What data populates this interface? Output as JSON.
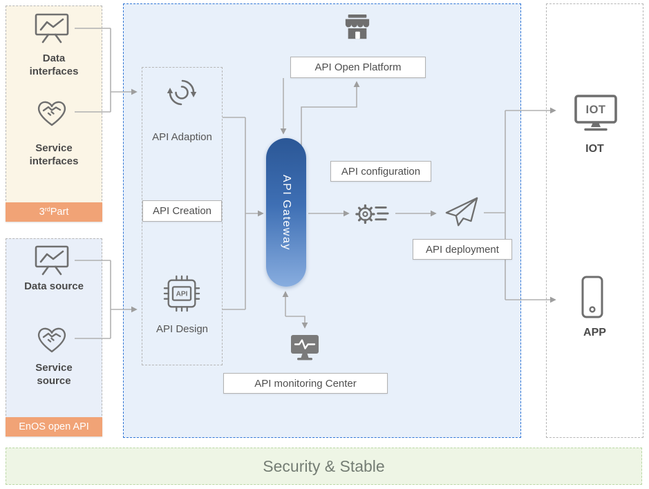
{
  "left_top_panel": {
    "data_label": "Data interfaces",
    "service_label": "Service interfaces",
    "badge": {
      "base": "3",
      "sup": "rd",
      "rest": " Part"
    }
  },
  "left_bottom_panel": {
    "data_label": "Data source",
    "service_label": "Service source",
    "badge": "EnOS open API"
  },
  "center_panel": {
    "open_platform_label": "API Open Platform",
    "adaption_label": "API Adaption",
    "creation_label": "API Creation",
    "design_label": "API Design",
    "gateway_label": "API Gateway",
    "configuration_label": "API configuration",
    "deployment_label": "API deployment",
    "monitoring_label": "API monitoring Center",
    "chip_text": "API"
  },
  "right_panel": {
    "iot_screen_text": "IOT",
    "iot_label": "IOT",
    "app_label": "APP"
  },
  "footer": {
    "label": "Security & Stable"
  },
  "icons": [
    "presentation-chart-icon",
    "handshake-heart-icon",
    "storefront-icon",
    "sync-arrows-icon",
    "api-chip-icon",
    "gear-settings-icon",
    "paper-plane-icon",
    "monitor-pulse-icon",
    "iot-monitor-icon",
    "smartphone-icon"
  ],
  "colors": {
    "center_border_blue": "#2f75d6",
    "gateway_gradient_top": "#2b5796",
    "gateway_gradient_bottom": "#88addf",
    "badge_orange": "#f1a376",
    "cream_panel_bg": "#fbf5e6",
    "blue_panel_bg": "#e9eff9",
    "center_panel_bg": "#e8f0fa",
    "footer_bg": "#eef5e5",
    "footer_border": "#b9d7a4",
    "icon_gray": "#6f6f6f",
    "line_gray": "#b0b0b0"
  }
}
